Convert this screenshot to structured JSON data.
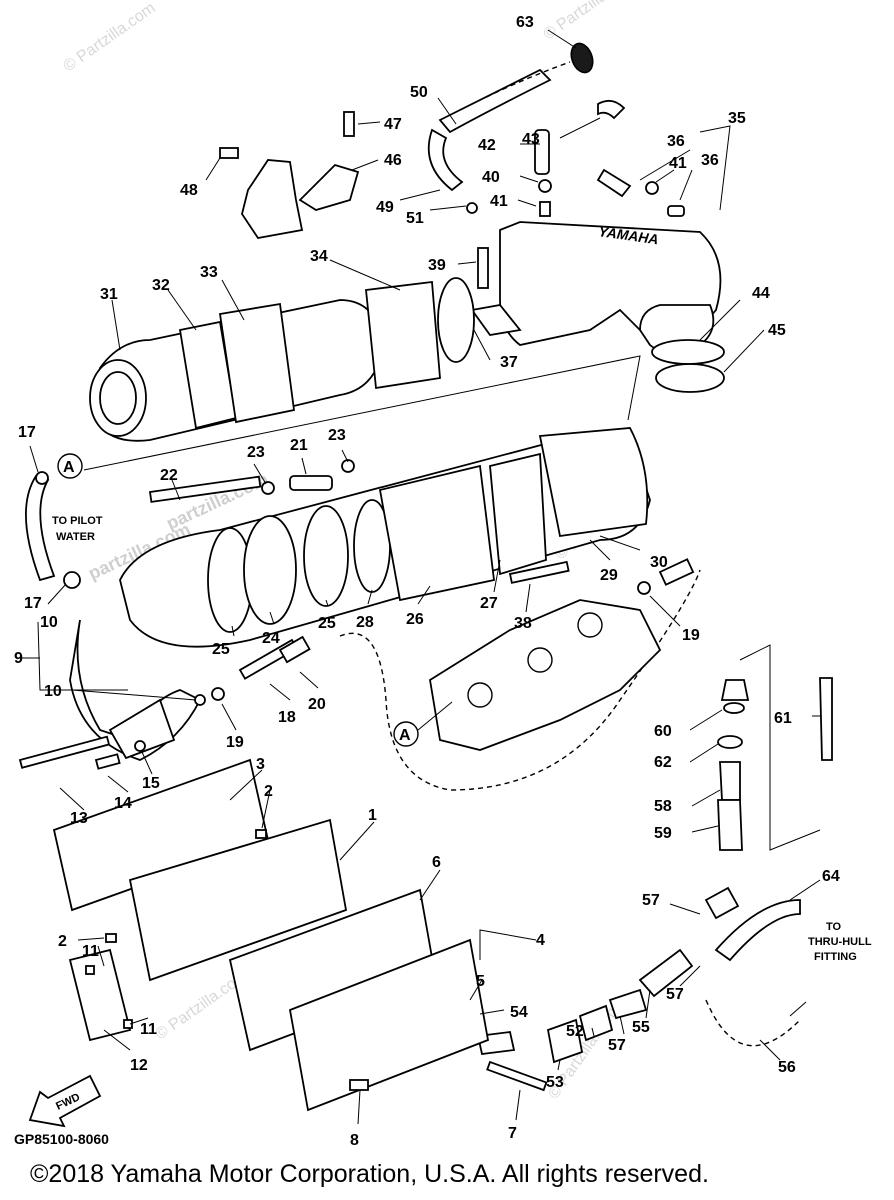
{
  "diagram": {
    "code": "GP85100-8060",
    "copyright": "©2018 Yamaha Motor Corporation, U.S.A. All rights reserved.",
    "watermark": "© Partzilla.com",
    "watermark_url": "partzilla.com",
    "brand_text": "YAMAHA",
    "fwd_label": "FWD",
    "callouts": {
      "ref_a": "A",
      "to_pilot_water": [
        "TO PILOT",
        "WATER"
      ],
      "to_thru_hull": [
        "TO",
        "THRU-HULL",
        "FITTING"
      ]
    },
    "part_numbers": [
      "63",
      "50",
      "47",
      "43",
      "35",
      "36",
      "36",
      "41",
      "42",
      "40",
      "41",
      "46",
      "48",
      "49",
      "51",
      "39",
      "34",
      "33",
      "32",
      "31",
      "44",
      "45",
      "37",
      "17",
      "23",
      "21",
      "23",
      "22",
      "30",
      "29",
      "19",
      "38",
      "27",
      "26",
      "28",
      "25",
      "24",
      "25",
      "17",
      "10",
      "9",
      "10",
      "20",
      "18",
      "19",
      "13",
      "14",
      "15",
      "3",
      "2",
      "1",
      "6",
      "60",
      "61",
      "62",
      "58",
      "59",
      "64",
      "57",
      "4",
      "5",
      "54",
      "2",
      "11",
      "11",
      "12",
      "57",
      "55",
      "57",
      "52",
      "53",
      "56",
      "8",
      "7"
    ]
  }
}
